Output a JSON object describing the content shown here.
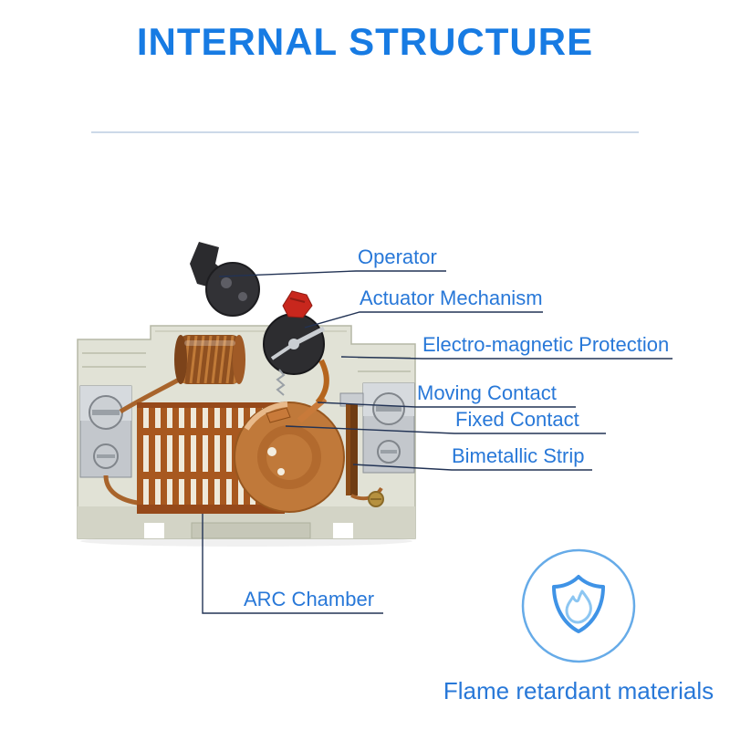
{
  "title": "INTERNAL STRUCTURE",
  "callouts": [
    {
      "id": "operator",
      "label": "Operator"
    },
    {
      "id": "actuator-mechanism",
      "label": "Actuator Mechanism"
    },
    {
      "id": "electro-magnetic-protection",
      "label": "Electro-magnetic Protection"
    },
    {
      "id": "moving-contact",
      "label": "Moving Contact"
    },
    {
      "id": "fixed-contact",
      "label": "Fixed Contact"
    },
    {
      "id": "bimetallic-strip",
      "label": "Bimetallic Strip"
    },
    {
      "id": "arc-chamber",
      "label": "ARC Chamber"
    }
  ],
  "badge": {
    "icon": "shield-flame-icon",
    "label": "Flame retardant materials"
  },
  "colors": {
    "title_blue": "#177be3",
    "label_blue": "#2878d8",
    "leader_line": "#223355",
    "badge_ring_blue": "#66abe8",
    "shield_blue": "#3f93e6",
    "flame_blue": "#8cc6f2",
    "housing_beige": "#e1e2d6",
    "copper": "#b5651d",
    "red_part": "#c8271d"
  }
}
